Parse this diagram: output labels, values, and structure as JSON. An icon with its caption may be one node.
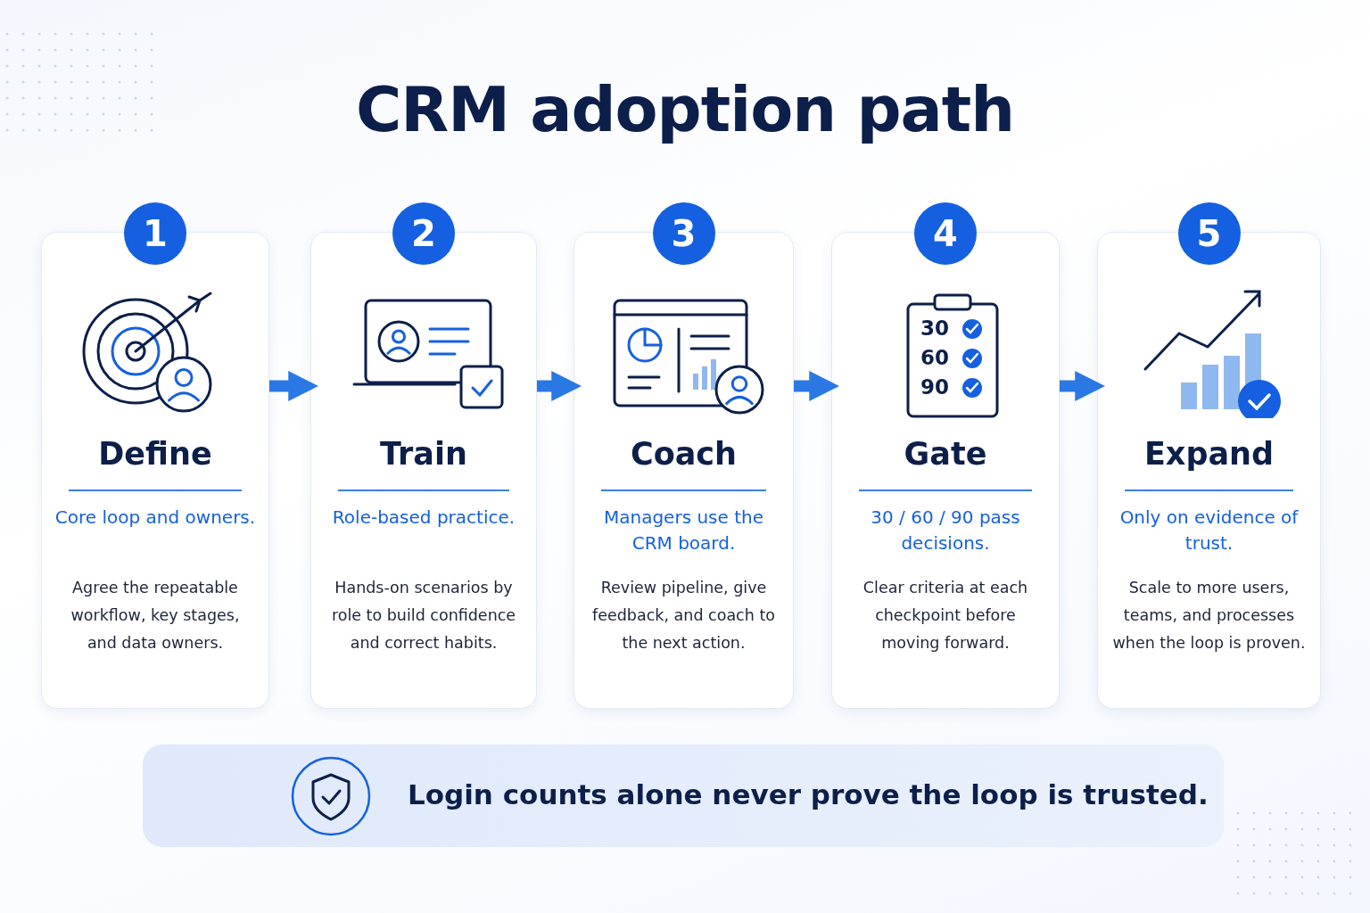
{
  "diagram": {
    "title": "CRM adoption path",
    "nodes": [
      {
        "text": [
          "1",
          "Define",
          "Core loop and owners.",
          "Agree the repeatable workflow, key stages, and data owners."
        ]
      },
      {
        "text": [
          "2",
          "Train",
          "Role-based practice.",
          "Hands-on scenarios by role to build confidence and correct habits."
        ]
      },
      {
        "text": [
          "3",
          "Coach",
          "Managers use the CRM board.",
          "Review pipeline, give feedback, and coach to the next action."
        ]
      },
      {
        "text": [
          "4",
          "Gate",
          "30 / 60 / 90 pass decisions.",
          "Clear criteria at each checkpoint before moving forward."
        ]
      },
      {
        "text": [
          "5",
          "Expand",
          "Only on evidence of trust.",
          "Scale to more users, teams, and processes when the loop is proven."
        ]
      },
      {
        "text": [
          "Login counts alone never prove the loop is trusted."
        ]
      }
    ],
    "edges": [
      {
        "from": 0,
        "to": 1,
        "arrow": "to"
      },
      {
        "from": 1,
        "to": 2,
        "arrow": "to"
      },
      {
        "from": 2,
        "to": 3,
        "arrow": "to"
      },
      {
        "from": 3,
        "to": 4,
        "arrow": "to"
      }
    ],
    "labels": [
      "30",
      "60",
      "90"
    ]
  }
}
